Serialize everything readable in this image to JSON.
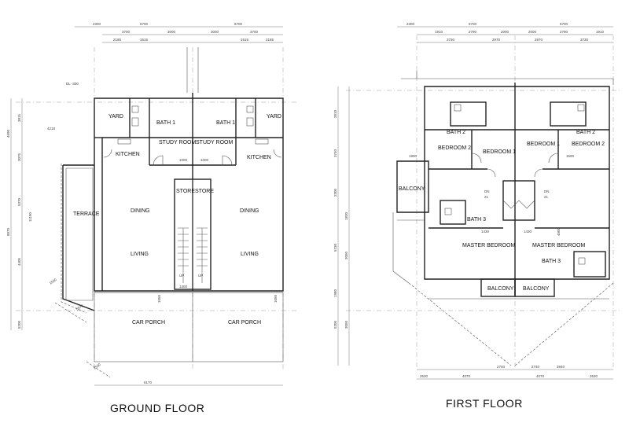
{
  "ground_floor": {
    "caption": "GROUND FLOOR",
    "rooms": {
      "yard_left": "YARD",
      "yard_right": "YARD",
      "bath_left": "BATH 1",
      "bath_right": "BATH 1",
      "study_left": "STUDY ROOM",
      "study_right": "STUDY ROOM",
      "kitchen_left": "KITCHEN",
      "kitchen_right": "KITCHEN",
      "store_left": "STORE",
      "store_right": "STORE",
      "terrace": "TERRACE",
      "dining_left": "DINING",
      "dining_right": "DINING",
      "living_left": "LIVING",
      "living_right": "LIVING",
      "carporch_left": "CAR PORCH",
      "carporch_right": "CAR PORCH"
    },
    "dims": {
      "top_total_left": "6700",
      "top_total_right": "6700",
      "top_left_margin": "2300",
      "top_a": "3700",
      "top_b": "3000",
      "top_c": "3000",
      "top_d": "3700",
      "top_e": "2185",
      "top_f": "1515",
      "top_g": "1515",
      "top_h": "2185",
      "level": "DL -300",
      "side_a": "4690",
      "side_b": "3815",
      "side_c": "3075",
      "side_d": "8870",
      "side_e": "5370",
      "side_f": "11190",
      "side_g": "4405",
      "side_h": "5200",
      "yard_w": "4218",
      "door_a": "1000",
      "door_b": "1000",
      "mid_a": "1500",
      "mid_b": "5978",
      "bottom": "6170",
      "bottom_b": "1500",
      "porch_a": "1050",
      "porch_b": "1050",
      "stair_a": "1300",
      "up": "UP"
    }
  },
  "first_floor": {
    "caption": "FIRST FLOOR",
    "rooms": {
      "bath2_left": "BATH 2",
      "bath2_right": "BATH 2",
      "bedroom2_left": "BEDROOM 2",
      "bedroom1_left": "BEDROOM 1",
      "bedroom1_right": "BEDROOM 1",
      "bedroom2_right": "BEDROOM 2",
      "balcony_side": "BALCONY",
      "bath3_left": "BATH 3",
      "bath3_right": "BATH 3",
      "master_left": "MASTER BEDROOM",
      "master_right": "MASTER BEDROOM",
      "balcony_left": "BALCONY",
      "balcony_right": "BALCONY"
    },
    "dims": {
      "top_total_left": "6700",
      "top_total_right": "6700",
      "top_left_margin": "2300",
      "top_a": "1910",
      "top_b": "2790",
      "top_c": "2000",
      "top_d": "2000",
      "top_e": "2790",
      "top_f": "1910",
      "top_g": "3730",
      "top_h": "2970",
      "top_i": "2970",
      "top_j": "3730",
      "side_a": "2810",
      "side_b": "3740",
      "side_c": "2300",
      "side_d": "1830",
      "side_e": "5730",
      "side_f": "3050",
      "side_g": "1980",
      "side_h": "5200",
      "side_i": "3050",
      "bot_a": "2740",
      "bot_b": "2740",
      "bot_c": "3940",
      "bot_d": "2630",
      "bot_e": "4070",
      "bot_f": "4070",
      "bot_g": "2630",
      "small_a": "1430",
      "small_b": "1430",
      "small_c": "1900",
      "small_d": "1500",
      "small_e": "4000",
      "dn": "DN",
      "step": "21"
    }
  }
}
